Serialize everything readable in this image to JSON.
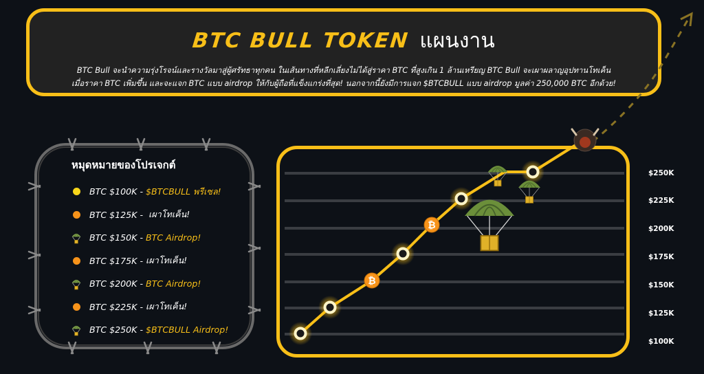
{
  "header": {
    "title_brand": "BTC BULL TOKEN",
    "title_rest": "แผนงาน",
    "description_line1": "BTC Bull จะนำความรุ่งโรจน์และรางวัลมาสู่ผู้ศรัทธาทุกคน ในเส้นทางที่หลีกเลี่ยงไม่ได้สู่ราคา BTC ที่สูงเกิน 1 ล้านเหรียญ BTC Bull จะเผาผลาญอุปทานโทเค็น",
    "description_line2": "เมื่อราคา BTC เพิ่มขึ้น และจะแจก BTC แบบ airdrop ให้กับผู้ถือที่แข็งแกร่งที่สุด! นอกจากนี้ยังมีการแจก $BTCBULL แบบ airdrop มูลค่า 250,000 BTC อีกด้วย!"
  },
  "milestones": {
    "title": "หมุดหมายของโปรเจกต์",
    "items": [
      {
        "price": "BTC $100K",
        "sep": " - ",
        "action": "$BTCBULL พรีเซล!",
        "icon": "yellow-dot-icon",
        "color": "#f8bf18",
        "dot_color": "#f8d61a"
      },
      {
        "price": "BTC $125K",
        "sep": " -  ",
        "action": "เผาโทเค็น!",
        "icon": "orange-dot-icon",
        "color": "#ffffff",
        "dot_color": "#f7931a"
      },
      {
        "price": "BTC $150K",
        "sep": " - ",
        "action": "BTC Airdrop!",
        "icon": "parachute-icon",
        "color": "#f8bf18",
        "dot_color": ""
      },
      {
        "price": "BTC $175K",
        "sep": " - ",
        "action": "เผาโทเค็น!",
        "icon": "orange-dot-icon",
        "color": "#ffffff",
        "dot_color": "#f7931a"
      },
      {
        "price": "BTC $200K",
        "sep": " - ",
        "action": "BTC Airdrop!",
        "icon": "parachute-icon",
        "color": "#f8bf18",
        "dot_color": ""
      },
      {
        "price": "BTC $225K",
        "sep": " - ",
        "action": "เผาโทเค็น!",
        "icon": "orange-dot-icon",
        "color": "#ffffff",
        "dot_color": "#f7931a"
      },
      {
        "price": "BTC $250K",
        "sep": " - ",
        "action": "$BTCBULL Airdrop!",
        "icon": "parachute-icon",
        "color": "#f8bf18",
        "dot_color": ""
      }
    ]
  },
  "chart": {
    "y_ticks": [
      "$250K",
      "$225K",
      "$200K",
      "$175K",
      "$150K",
      "$125K",
      "$100K"
    ],
    "line_color": "#f8bf18",
    "gridline_color": "#3a3d42",
    "bitcoin_symbol": "₿"
  },
  "colors": {
    "accent": "#f8bf18",
    "background": "#0d1117",
    "card": "#222222",
    "bitcoin_orange": "#f7931a",
    "parachute_green": "#6b8f3a"
  }
}
